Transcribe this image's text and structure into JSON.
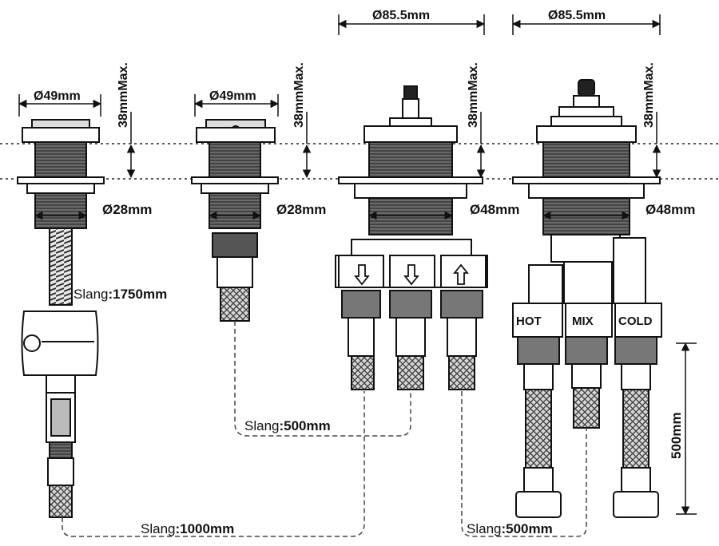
{
  "labels": {
    "d49_a": "Ø49mm",
    "d49_b": "Ø49mm",
    "d855_a": "Ø85.5mm",
    "d855_b": "Ø85.5mm",
    "h38_1": "38mmMax.",
    "h38_2": "38mmMax.",
    "h38_3": "38mmMax.",
    "h38_4": "38mmMax.",
    "d28_a": "Ø28mm",
    "d28_b": "Ø28mm",
    "d48_a": "Ø48mm",
    "d48_b": "Ø48mm",
    "hot": "HOT",
    "mix": "MIX",
    "cold": "COLD",
    "h500": "500mm"
  },
  "hose_labels": [
    {
      "prefix": "Slang",
      "value": ":1750mm"
    },
    {
      "prefix": "Slang",
      "value": ":500mm"
    },
    {
      "prefix": "Slang",
      "value": ":1000mm"
    },
    {
      "prefix": "Slang",
      "value": ":500mm"
    }
  ],
  "colors": {
    "ink": "#111111",
    "thread": "#555555",
    "braid": "#888888",
    "paper": "#ffffff"
  }
}
